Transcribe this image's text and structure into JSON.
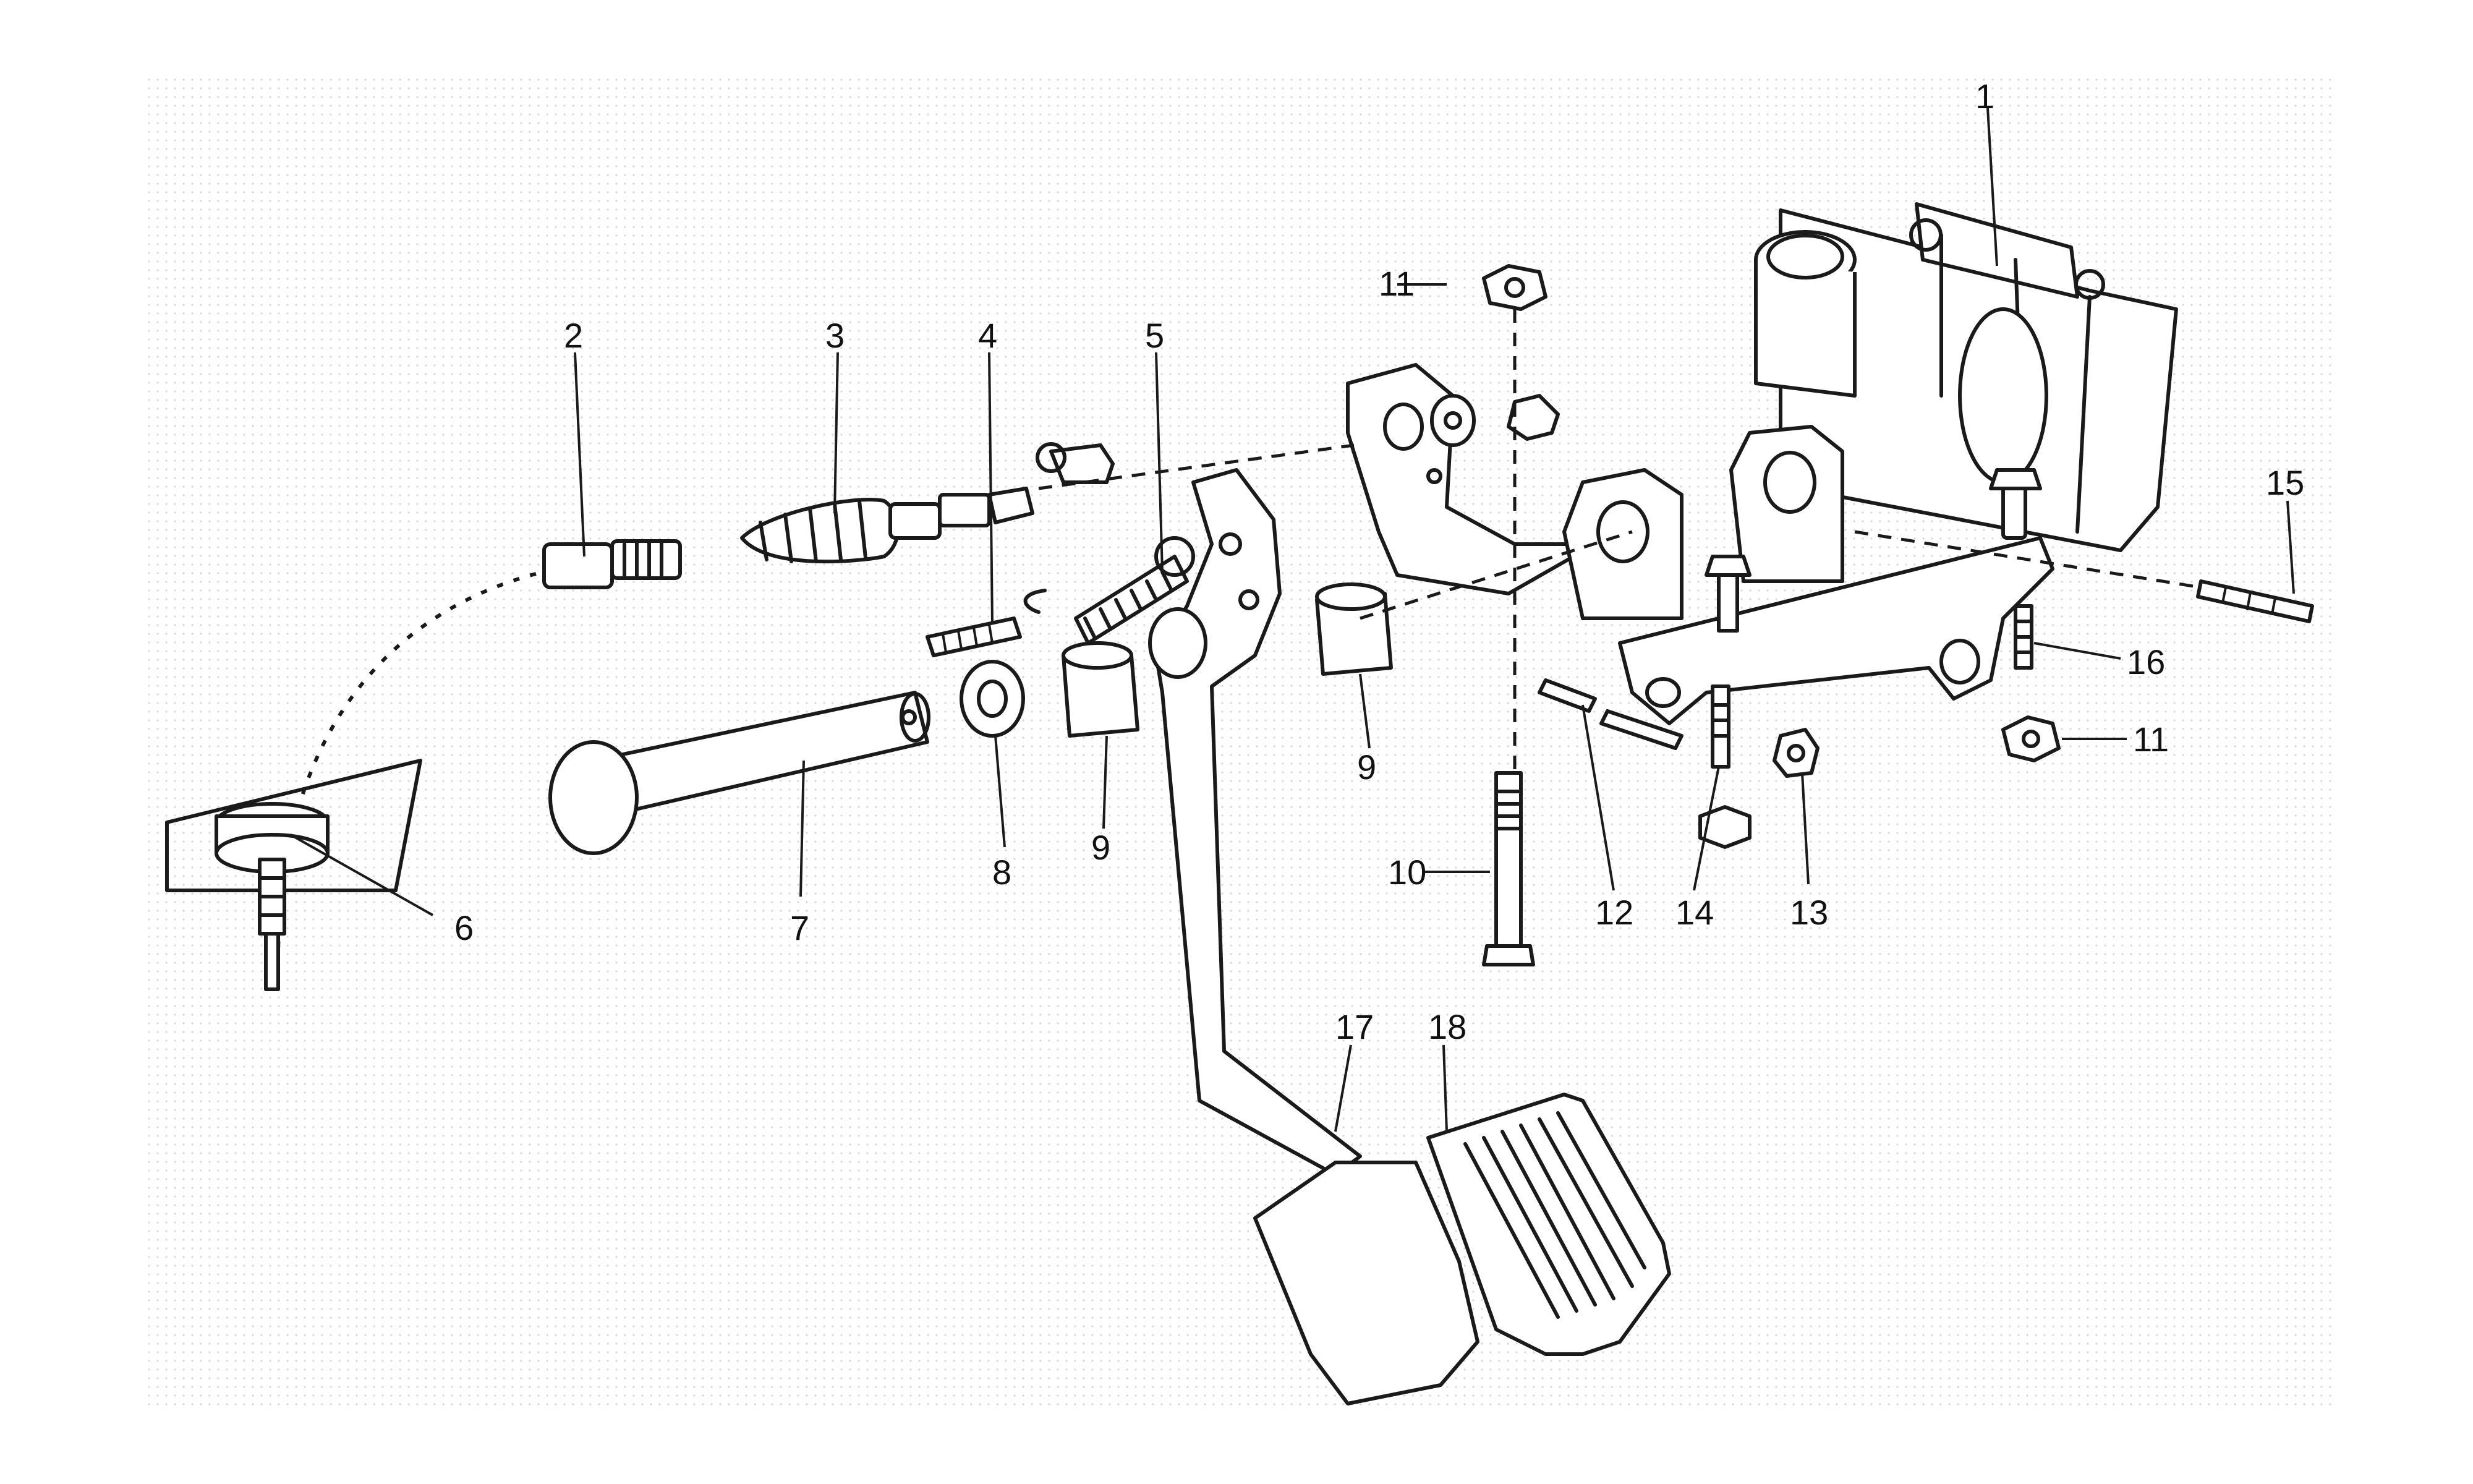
{
  "callouts": {
    "c1": "1",
    "c2": "2",
    "c3": "3",
    "c4": "4",
    "c5": "5",
    "c6": "6",
    "c7": "7",
    "c8": "8",
    "c9a": "9",
    "c9b": "9",
    "c10": "10",
    "c11a": "11",
    "c11b": "11",
    "c12": "12",
    "c13": "13",
    "c14": "14",
    "c15": "15",
    "c16": "16",
    "c17": "17",
    "c18": "18"
  }
}
